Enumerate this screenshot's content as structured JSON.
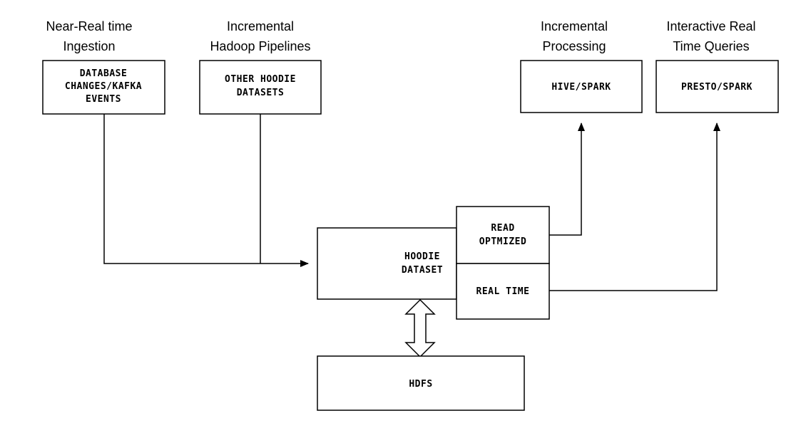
{
  "captions": {
    "near_real_time": [
      "Near-Real time",
      "Ingestion"
    ],
    "incremental_pipelines": [
      "Incremental",
      "Hadoop Pipelines"
    ],
    "incremental_processing": [
      "Incremental",
      "Processing"
    ],
    "interactive_queries": [
      "Interactive Real",
      "Time Queries"
    ]
  },
  "boxes": {
    "database_changes": [
      "DATABASE",
      "CHANGES/KAFKA",
      "EVENTS"
    ],
    "other_hoodie": [
      "OTHER HOODIE",
      "DATASETS"
    ],
    "hive_spark": [
      "HIVE/SPARK"
    ],
    "presto_spark": [
      "PRESTO/SPARK"
    ],
    "hoodie_dataset": [
      "HOODIE",
      "DATASET"
    ],
    "read_optimized": [
      "READ",
      "OPTMIZED"
    ],
    "real_time": [
      "REAL TIME"
    ],
    "hdfs": [
      "HDFS"
    ]
  }
}
